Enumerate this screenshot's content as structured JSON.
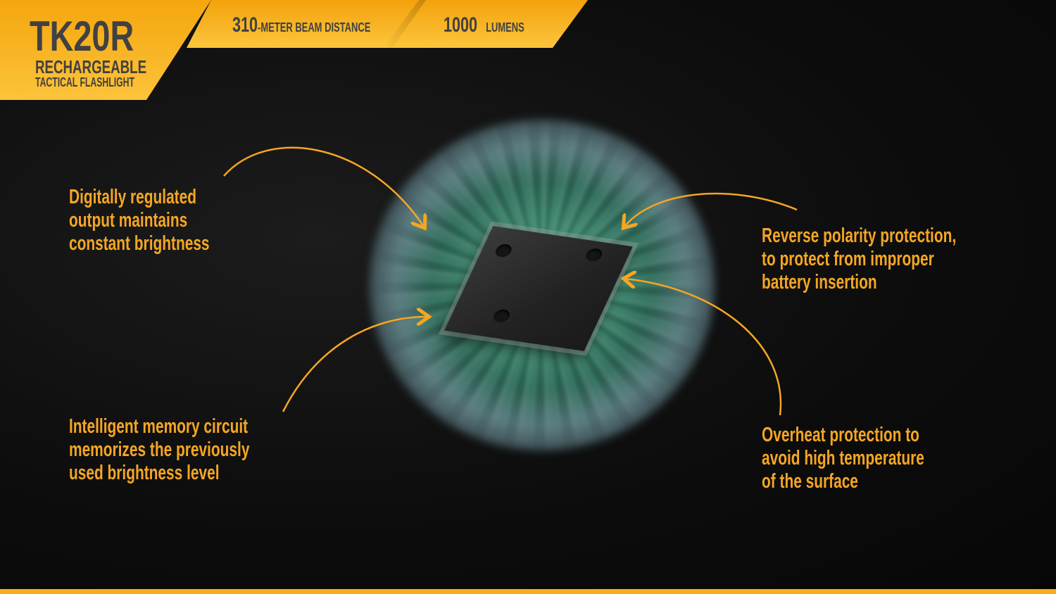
{
  "header": {
    "model": "TK20R",
    "subtitle": "RECHARGEABLE",
    "tagline": "TACTICAL FLASHLIGHT",
    "spec1_value": "310",
    "spec1_label": "-METER BEAM DISTANCE",
    "spec2_value": "1000",
    "spec2_label": "LUMENS"
  },
  "features": [
    {
      "line1": "Digitally regulated",
      "line2": "output maintains",
      "line3": "constant brightness"
    },
    {
      "line1": "Intelligent memory circuit",
      "line2": "memorizes the previously",
      "line3": "used brightness level"
    },
    {
      "line1": "Reverse polarity protection,",
      "line2": "to protect from improper",
      "line3": "battery insertion"
    },
    {
      "line1": "Overheat protection to",
      "line2": "avoid high temperature",
      "line3": "of the surface"
    }
  ],
  "colors": {
    "accent": "#f5a623",
    "header_text": "#414141",
    "background": "#0b0b0b"
  }
}
